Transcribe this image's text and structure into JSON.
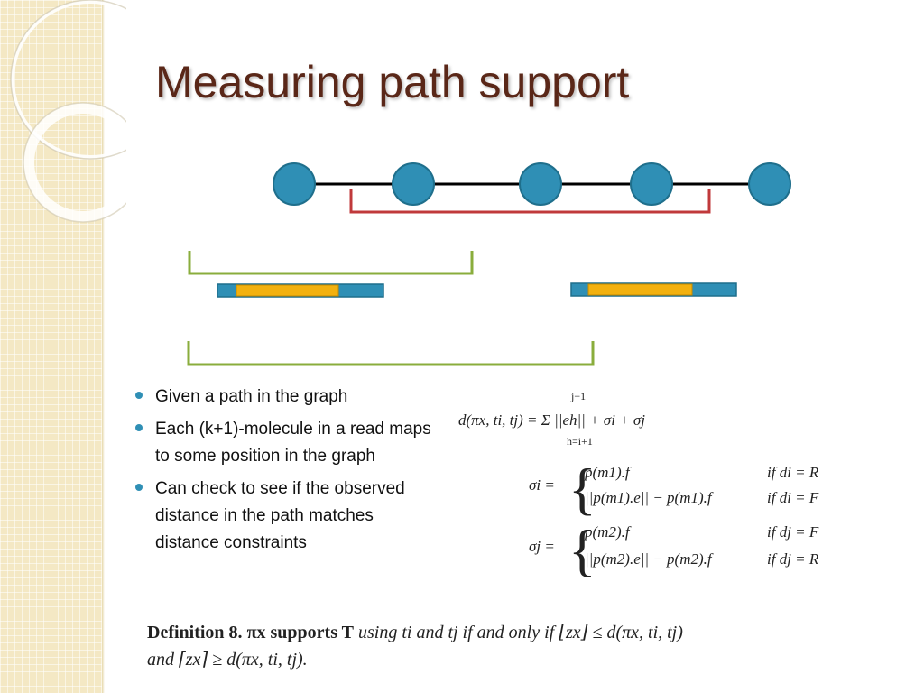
{
  "slide": {
    "title": "Measuring path support"
  },
  "bullets": [
    "Given a path in the graph",
    "Each (k+1)-molecule in a read maps to some position in the graph",
    "Can check to see if the observed distance in the path matches distance constraints"
  ],
  "formulas": {
    "distance": "d(πx, ti, tj) = Σ ||eh|| + σi + σj",
    "sum_upper": "j−1",
    "sum_lower": "h=i+1",
    "sigma_i_label": "σi =",
    "sigma_i_case1": "p(m1).f",
    "sigma_i_cond1": "if di = R",
    "sigma_i_case2": "||p(m1).e|| − p(m1).f",
    "sigma_i_cond2": "if di = F",
    "sigma_j_label": "σj =",
    "sigma_j_case1": "p(m2).f",
    "sigma_j_cond1": "if dj = F",
    "sigma_j_case2": "||p(m2).e|| − p(m2).f",
    "sigma_j_cond2": "if dj = R"
  },
  "definition": {
    "label": "Definition 8.",
    "subject": "πx supports T",
    "text_line1": "using ti and tj if and only if ⌊zx⌋ ≤ d(πx, ti, tj)",
    "text_line2": "and ⌈zx⌉ ≥ d(πx, ti, tj)."
  },
  "colors": {
    "node_fill": "#2f8fb5",
    "path_line": "#000000",
    "red_bracket": "#c0393b",
    "green_bracket": "#8aad3c",
    "read_blue": "#2f8fb5",
    "read_orange": "#f2b10f",
    "title": "#5a2718"
  }
}
